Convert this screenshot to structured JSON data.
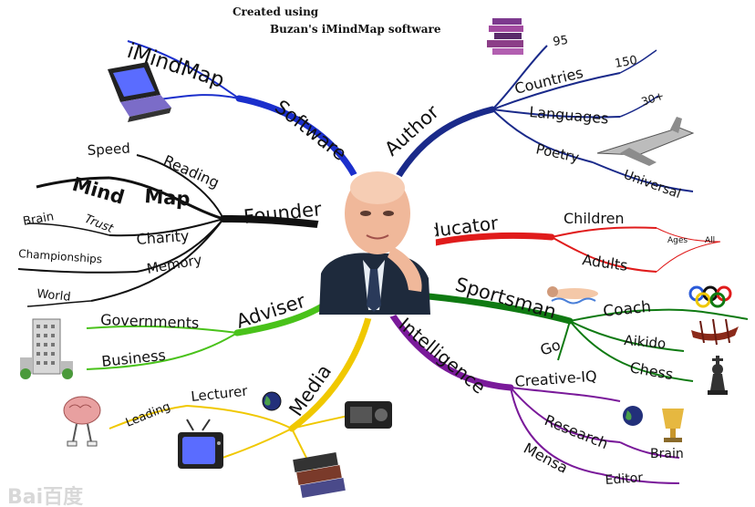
{
  "header": {
    "line1": "Created using",
    "line2": "Buzan's iMindMap software"
  },
  "center": {
    "icon": "portrait-photo"
  },
  "branches": {
    "software": {
      "label": "Software",
      "color": "#1b2fcc",
      "children": {
        "imindmap": "iMindMap"
      },
      "icons": [
        "laptop-icon"
      ]
    },
    "author": {
      "label": "Author",
      "color": "#1a2a8a",
      "children": {
        "countries": "Countries",
        "languages": "Languages",
        "poetry": "Poetry",
        "universal": "Universal",
        "n95": "95",
        "n150": "150",
        "n30": "30+"
      },
      "icons": [
        "books-icon",
        "concorde-icon"
      ]
    },
    "founder": {
      "label": "Founder",
      "color": "#111111",
      "children": {
        "speed": "Speed",
        "reading": "Reading",
        "mind": "Mind",
        "map": "Map",
        "brain": "Brain",
        "trust": "Trust",
        "charity": "Charity",
        "championships": "Championships",
        "memory": "Memory",
        "world": "World"
      }
    },
    "educator": {
      "label": "Educator",
      "color": "#e01b1b",
      "children": {
        "children": "Children",
        "adults": "Adults",
        "ages": "Ages",
        "all": "All"
      }
    },
    "sportsman": {
      "label": "Sportsman",
      "color": "#0f7a12",
      "children": {
        "coach": "Coach",
        "go": "Go",
        "aikido": "Aikido",
        "chess": "Chess"
      },
      "icons": [
        "swimmer-icon",
        "olympic-rings-icon",
        "rowing-boat-icon",
        "chess-king-icon"
      ]
    },
    "adviser": {
      "label": "Adviser",
      "color": "#49c21a",
      "children": {
        "governments": "Governments",
        "business": "Business"
      },
      "icons": [
        "skyscraper-icon"
      ]
    },
    "media": {
      "label": "Media",
      "color": "#f0c800",
      "children": {
        "lecturer": "Lecturer",
        "leading": "Leading"
      },
      "icons": [
        "globe-icon",
        "brain-character-icon",
        "tv-icon",
        "radio-icon",
        "video-tapes-icon"
      ]
    },
    "intelligence": {
      "label": "Intelligence",
      "color": "#7a1a9a",
      "children": {
        "creative_iq": "Creative-IQ",
        "research": "Research",
        "brain": "Brain",
        "mensa": "Mensa",
        "editor": "Editor"
      },
      "icons": [
        "globe-icon",
        "trophy-icon"
      ]
    }
  },
  "watermark": "Bai百度"
}
